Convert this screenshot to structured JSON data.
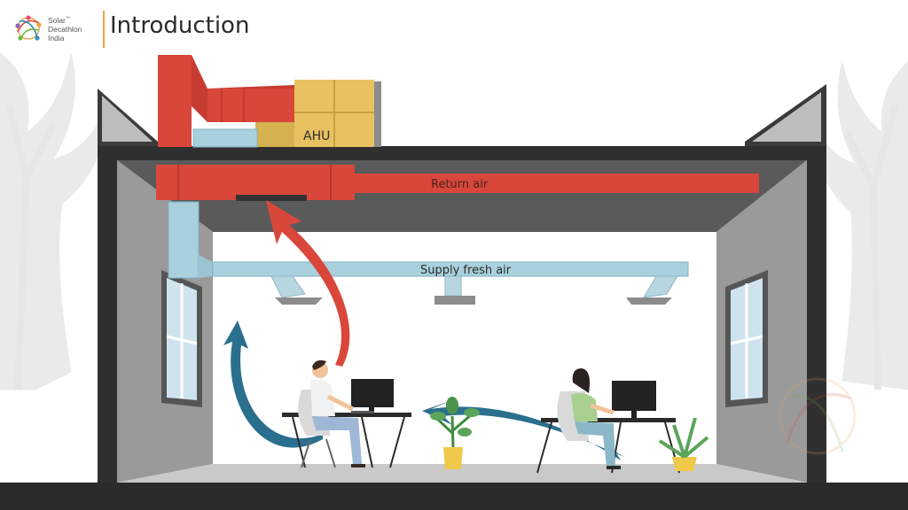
{
  "header": {
    "title": "Introduction",
    "logo": {
      "line1": "Solar",
      "line2": "Decathlon",
      "line3": "India",
      "trademark": "™"
    }
  },
  "diagram": {
    "ahu_label": "AHU",
    "return_label": "Return air",
    "supply_label": "Supply fresh air"
  },
  "colors": {
    "return_duct": "#d9473b",
    "supply_duct": "#a9d0dd",
    "ahu": "#e8c261",
    "airflow_arrow": "#2b6f8e",
    "accent": "#f2a33a"
  }
}
